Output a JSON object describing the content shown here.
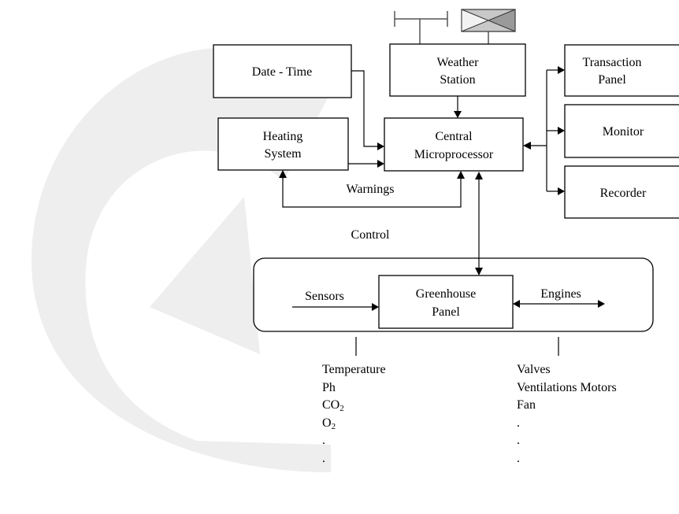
{
  "colors": {
    "watermark": "#eeeeee",
    "ink": "#000000",
    "flag": "#c8c8c8"
  },
  "icons": [
    "antenna-icon",
    "weather-flag-icon"
  ],
  "boxes": {
    "date_time": [
      "Date - Time"
    ],
    "weather_station": [
      "Weather",
      "Station"
    ],
    "transaction_panel": [
      "Transaction",
      "Panel"
    ],
    "heating_system": [
      "Heating",
      "System"
    ],
    "central_microprocessor": [
      "Central",
      "Microprocessor"
    ],
    "monitor": [
      "Monitor"
    ],
    "recorder": [
      "Recorder"
    ],
    "greenhouse_panel": [
      "Greenhouse",
      "Panel"
    ]
  },
  "labels": {
    "warnings": "Warnings",
    "control": "Control",
    "sensors": "Sensors",
    "engines": "Engines"
  },
  "sensor_list": {
    "temperature": "Temperature",
    "ph": "Ph",
    "co2": "CO",
    "co2_sub": "2",
    "o2": "O",
    "o2_sub": "2",
    "dots": [
      ".",
      "."
    ]
  },
  "engine_list": {
    "items": [
      "Valves",
      "Ventilations Motors",
      "Fan"
    ],
    "dots": [
      ".",
      ".",
      "."
    ]
  }
}
